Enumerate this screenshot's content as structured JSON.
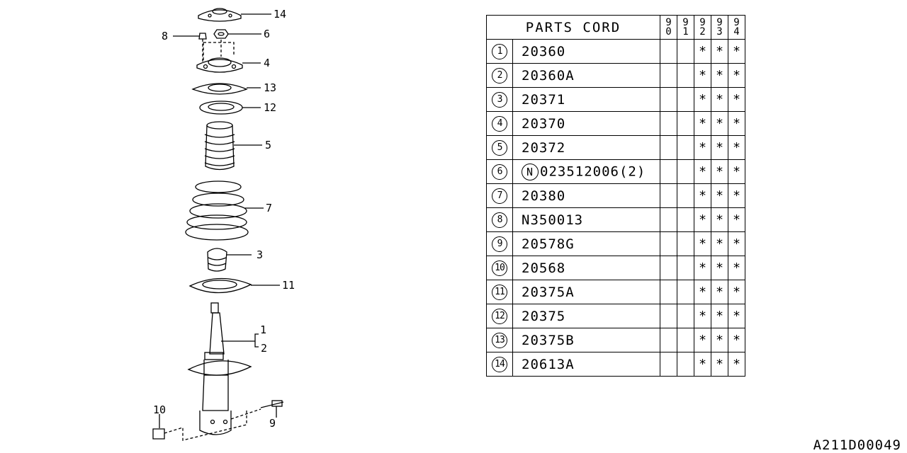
{
  "diagram": {
    "callouts": [
      "14",
      "8",
      "6",
      "4",
      "13",
      "12",
      "5",
      "7",
      "3",
      "11",
      "1",
      "2",
      "10",
      "9"
    ]
  },
  "table": {
    "header": "PARTS CORD",
    "years": [
      [
        "9",
        "0"
      ],
      [
        "9",
        "1"
      ],
      [
        "9",
        "2"
      ],
      [
        "9",
        "3"
      ],
      [
        "9",
        "4"
      ]
    ],
    "rows": [
      {
        "no": "1",
        "code": "20360",
        "marks": [
          "",
          "",
          "*",
          "*",
          "*"
        ]
      },
      {
        "no": "2",
        "code": "20360A",
        "marks": [
          "",
          "",
          "*",
          "*",
          "*"
        ]
      },
      {
        "no": "3",
        "code": "20371",
        "marks": [
          "",
          "",
          "*",
          "*",
          "*"
        ]
      },
      {
        "no": "4",
        "code": "20370",
        "marks": [
          "",
          "",
          "*",
          "*",
          "*"
        ]
      },
      {
        "no": "5",
        "code": "20372",
        "marks": [
          "",
          "",
          "*",
          "*",
          "*"
        ]
      },
      {
        "no": "6",
        "prefix": "N",
        "code": "023512006(2)",
        "marks": [
          "",
          "",
          "*",
          "*",
          "*"
        ]
      },
      {
        "no": "7",
        "code": "20380",
        "marks": [
          "",
          "",
          "*",
          "*",
          "*"
        ]
      },
      {
        "no": "8",
        "code": "N350013",
        "marks": [
          "",
          "",
          "*",
          "*",
          "*"
        ]
      },
      {
        "no": "9",
        "code": "20578G",
        "marks": [
          "",
          "",
          "*",
          "*",
          "*"
        ]
      },
      {
        "no": "10",
        "code": "20568",
        "marks": [
          "",
          "",
          "*",
          "*",
          "*"
        ]
      },
      {
        "no": "11",
        "code": "20375A",
        "marks": [
          "",
          "",
          "*",
          "*",
          "*"
        ]
      },
      {
        "no": "12",
        "code": "20375",
        "marks": [
          "",
          "",
          "*",
          "*",
          "*"
        ]
      },
      {
        "no": "13",
        "code": "20375B",
        "marks": [
          "",
          "",
          "*",
          "*",
          "*"
        ]
      },
      {
        "no": "14",
        "code": "20613A",
        "marks": [
          "",
          "",
          "*",
          "*",
          "*"
        ]
      }
    ]
  },
  "diagram_code": "A211D00049"
}
